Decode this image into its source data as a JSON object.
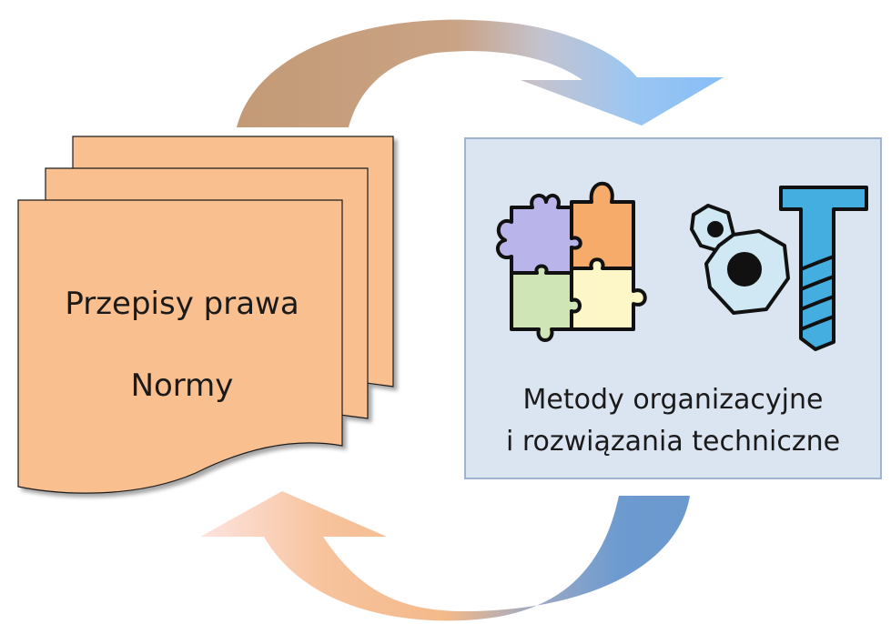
{
  "documents": {
    "line1": "Przepisy prawa",
    "line2": "Normy"
  },
  "methods_box": {
    "line1": "Metody organizacyjne",
    "line2": "i rozwiązania techniczne"
  },
  "icons": [
    "puzzle-icon",
    "nut-icon",
    "bolt-icon"
  ],
  "colors": {
    "document_fill": "#f9bf8f",
    "box_fill": "#dbe4f1",
    "box_border": "#9fb3cf",
    "arrow_brown": "#c79b76",
    "arrow_blue": "#8fc1f2",
    "arrow_dark_blue": "#6f9bce",
    "arrow_peach": "#f6c29a"
  }
}
